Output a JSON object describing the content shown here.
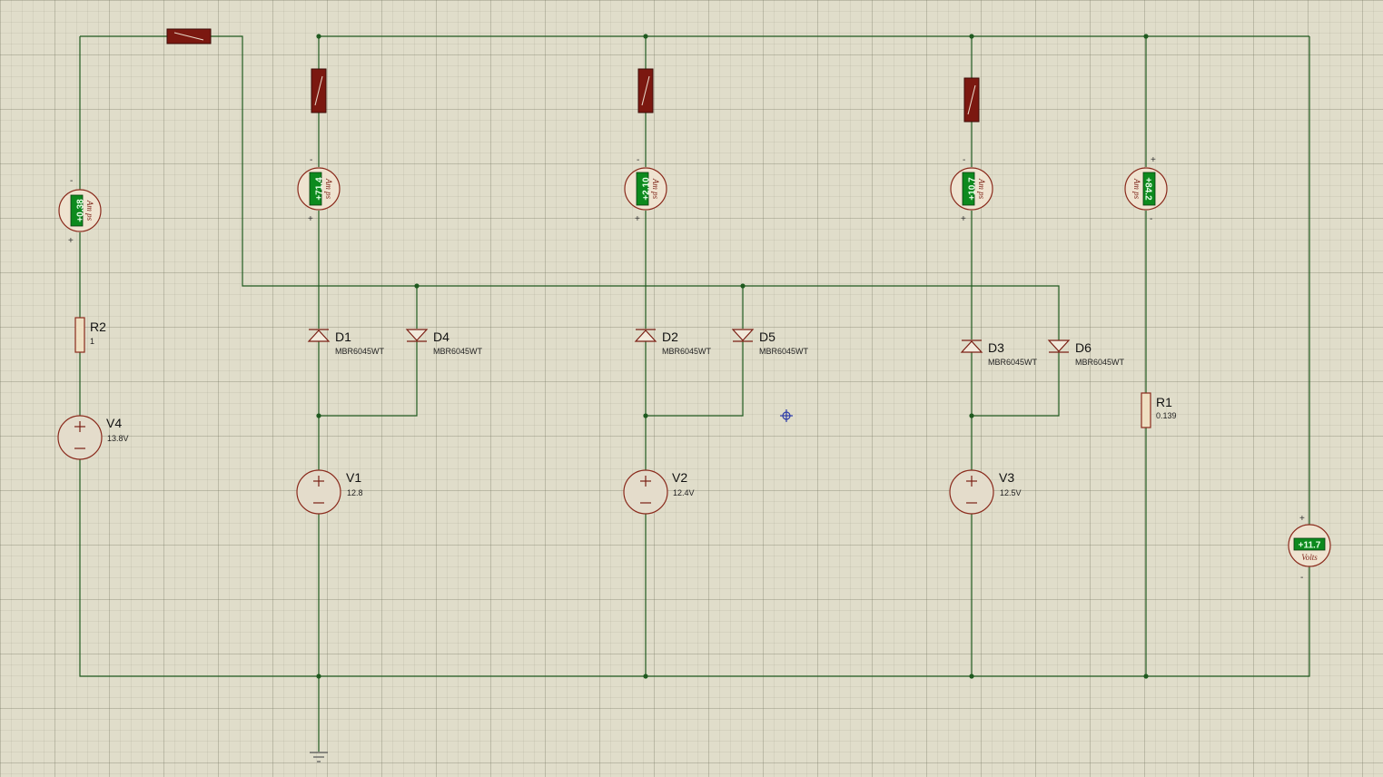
{
  "components": {
    "V1": {
      "ref": "V1",
      "value": "12.8"
    },
    "V2": {
      "ref": "V2",
      "value": "12.4V"
    },
    "V3": {
      "ref": "V3",
      "value": "12.5V"
    },
    "V4": {
      "ref": "V4",
      "value": "13.8V"
    },
    "R1": {
      "ref": "R1",
      "value": "0.139"
    },
    "R2": {
      "ref": "R2",
      "value": "1"
    },
    "D1": {
      "ref": "D1",
      "value": "MBR6045WT"
    },
    "D2": {
      "ref": "D2",
      "value": "MBR6045WT"
    },
    "D3": {
      "ref": "D3",
      "value": "MBR6045WT"
    },
    "D4": {
      "ref": "D4",
      "value": "MBR6045WT"
    },
    "D5": {
      "ref": "D5",
      "value": "MBR6045WT"
    },
    "D6": {
      "ref": "D6",
      "value": "MBR6045WT"
    }
  },
  "meters": {
    "am_v4": {
      "reading": "+0.38",
      "unit": "Am ps"
    },
    "am_v1": {
      "reading": "+71.4",
      "unit": "Am ps"
    },
    "am_v2": {
      "reading": "+2.10",
      "unit": "Am ps"
    },
    "am_v3": {
      "reading": "+10.7",
      "unit": "Am ps"
    },
    "am_r1": {
      "reading": "+84.2",
      "unit": "Am ps"
    },
    "volt_out": {
      "reading": "+11.7",
      "unit": "Volts"
    }
  },
  "signs": {
    "plus": "+",
    "minus": "-"
  }
}
